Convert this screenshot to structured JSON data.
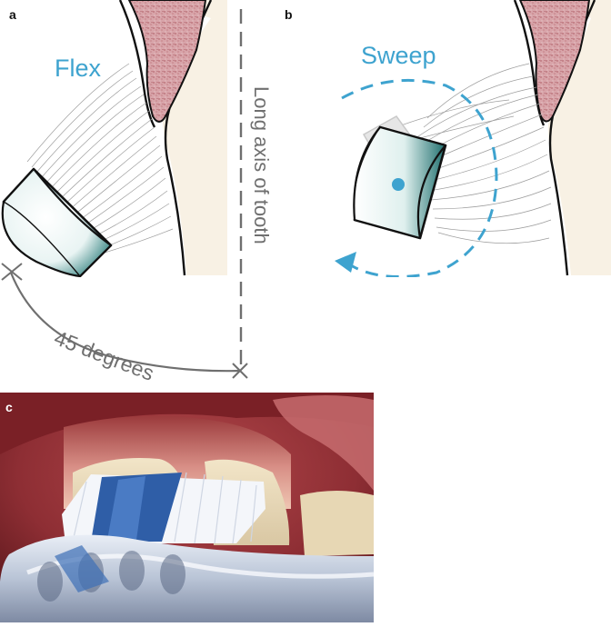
{
  "panels": {
    "a": {
      "label": "a",
      "motion_label": "Flex"
    },
    "b": {
      "label": "b",
      "motion_label": "Sweep"
    },
    "c": {
      "label": "c"
    }
  },
  "annotations": {
    "axis_label": "Long axis of tooth",
    "angle_label": "45 degrees"
  },
  "colors": {
    "accent_blue": "#3ea3cf",
    "gum_pink": "#c98e94",
    "tooth_cream": "#f8f1e4",
    "brush_teal": "#1f6f6e",
    "annotation_grey": "#6f6f6f"
  }
}
